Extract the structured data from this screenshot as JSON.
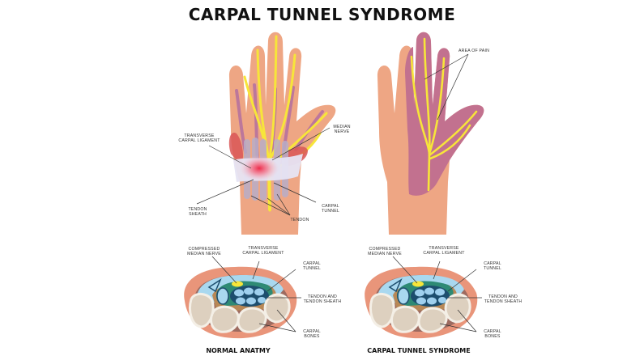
{
  "title": "CARPAL TUNNEL SYNDROME",
  "colors": {
    "skin": "#eea684",
    "skin_dark": "#e08f6d",
    "nerve": "#f7e53a",
    "vessel": "#b46fa0",
    "pain_area": "#c2718f",
    "inflammation": "#ee2a4a",
    "ligament": "#e6e4f3",
    "tendon": "#b8aec8",
    "muscle": "#d95656",
    "cs_outer": "#e9957a",
    "cs_inner": "#9e6b60",
    "cs_tunnel": "#2e8a74",
    "cs_fluid": "#a9d8ef",
    "cs_tendon": "#9fd0ee",
    "cs_tendon_border": "#1d4e6e",
    "cs_bone": "#ddd0bf",
    "cs_bone_border": "#f4efe6",
    "cs_brown": "#b88856"
  },
  "left_hand": {
    "labels": {
      "transverse_carpal_ligament": [
        "TRANSVERSE",
        "CARPAL LIGAMENT"
      ],
      "median_nerve": [
        "MEDIAN",
        "NERVE"
      ],
      "tendon_sheath": [
        "TENDON",
        "SHEATH"
      ],
      "carpal_tunnel": [
        "CARPAL",
        "TUNNEL"
      ],
      "tendon": [
        "TENDON"
      ]
    }
  },
  "right_hand": {
    "labels": {
      "area_of_pain": [
        "AREA OF PAIN"
      ]
    }
  },
  "cross_sections": [
    {
      "caption": "NORMAL ANATMY",
      "labels": {
        "compressed_median_nerve": [
          "COMPRESSED",
          "MEDIAN NERVE"
        ],
        "transverse_carpal_ligament": [
          "TRANSVERSE",
          "CARPAL LIGAMENT"
        ],
        "carpal_tunnel": [
          "CARPAL",
          "TUNNEL"
        ],
        "tendon_and_sheath": [
          "TENDON AND",
          "TENDON SHEATH"
        ],
        "carpal_bones": [
          "CARPAL",
          "BONES"
        ]
      }
    },
    {
      "caption": "CARPAL TUNNEL SYNDROME",
      "labels": {
        "compressed_median_nerve": [
          "COMPRESSED",
          "MEDIAN NERVE"
        ],
        "transverse_carpal_ligament": [
          "TRANSVERSE",
          "CARPAL LIGAMENT"
        ],
        "carpal_tunnel": [
          "CARPAL",
          "TUNNEL"
        ],
        "tendon_and_sheath": [
          "TENDON AND",
          "TENDON SHEATH"
        ],
        "carpal_bones": [
          "CARPAL",
          "BONES"
        ]
      }
    }
  ]
}
